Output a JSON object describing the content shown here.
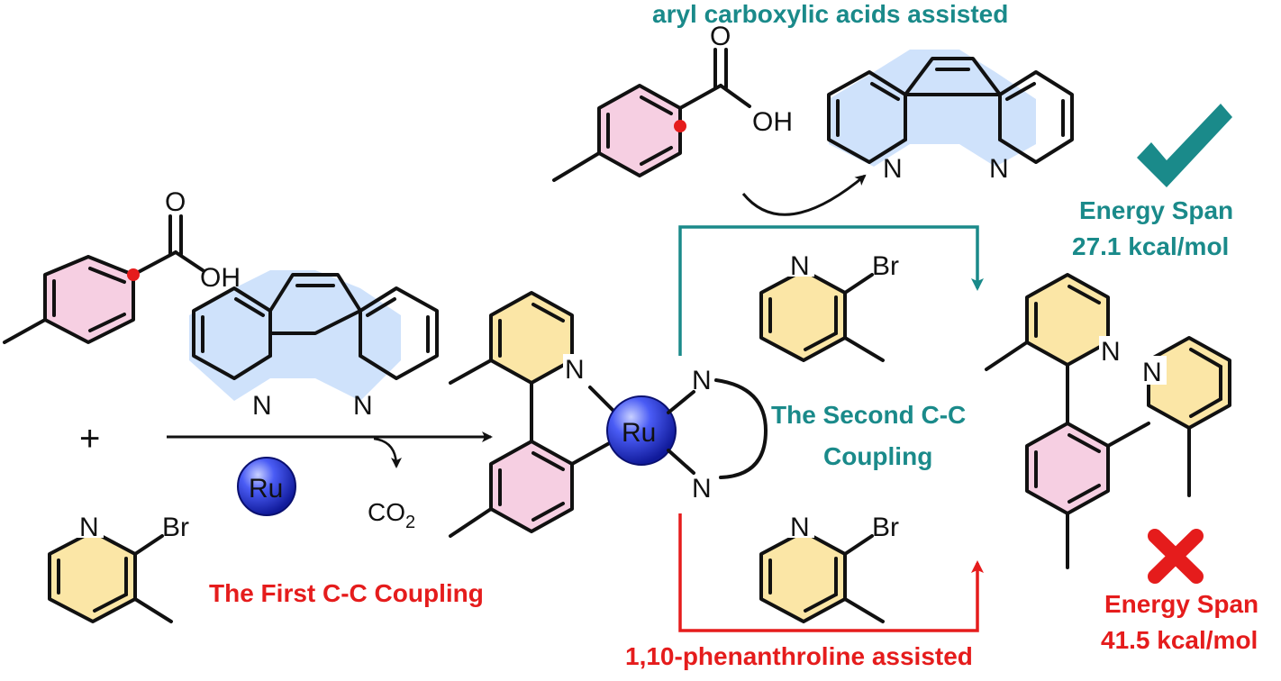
{
  "colors": {
    "teal": "#1a8a8a",
    "red": "#e51c1c",
    "pink_ring": "#f6cfe2",
    "yellow_ring": "#fbe6a6",
    "blue_ring": "#cfe2fb",
    "ru_sphere": "#2a3ee8"
  },
  "labels": {
    "top_assisted": "aryl carboxylic acids assisted",
    "first_coupling": "The First C-C Coupling",
    "second_coupling_line1": "The Second C-C",
    "second_coupling_line2": "Coupling",
    "energy_good_line1": "Energy Span",
    "energy_good_line2": "27.1 kcal/mol",
    "energy_bad_line1": "Energy Span",
    "energy_bad_line2": "41.5 kcal/mol",
    "bottom_assisted": "1,10-phenanthroline assisted",
    "plus": "+",
    "co2_main": "CO",
    "co2_sub": "2"
  },
  "atoms": {
    "oxygen": "O",
    "hydroxyl": "OH",
    "nitrogen": "N",
    "bromine": "Br",
    "ruthenium": "Ru"
  },
  "icons": {
    "success": "check-icon",
    "failure": "cross-icon"
  }
}
